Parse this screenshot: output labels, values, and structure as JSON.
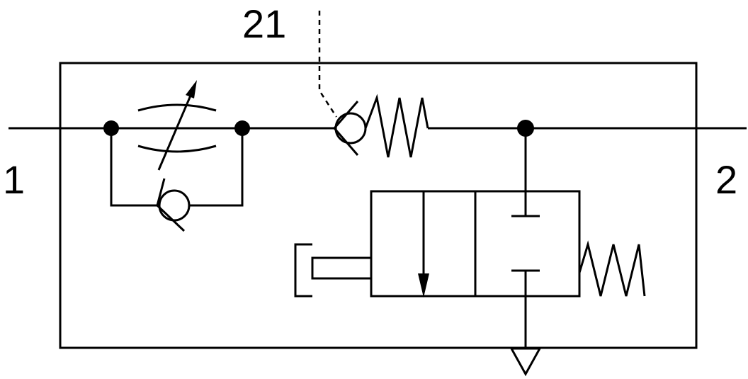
{
  "ports": {
    "inlet": "1",
    "outlet": "2",
    "pilot": "21"
  },
  "colors": {
    "line": "#000000",
    "background": "#ffffff"
  },
  "symbols": [
    "adjustable-throttle",
    "check-valve",
    "spring-loaded-check-valve",
    "2-2-way-valve",
    "spring",
    "exhaust"
  ]
}
